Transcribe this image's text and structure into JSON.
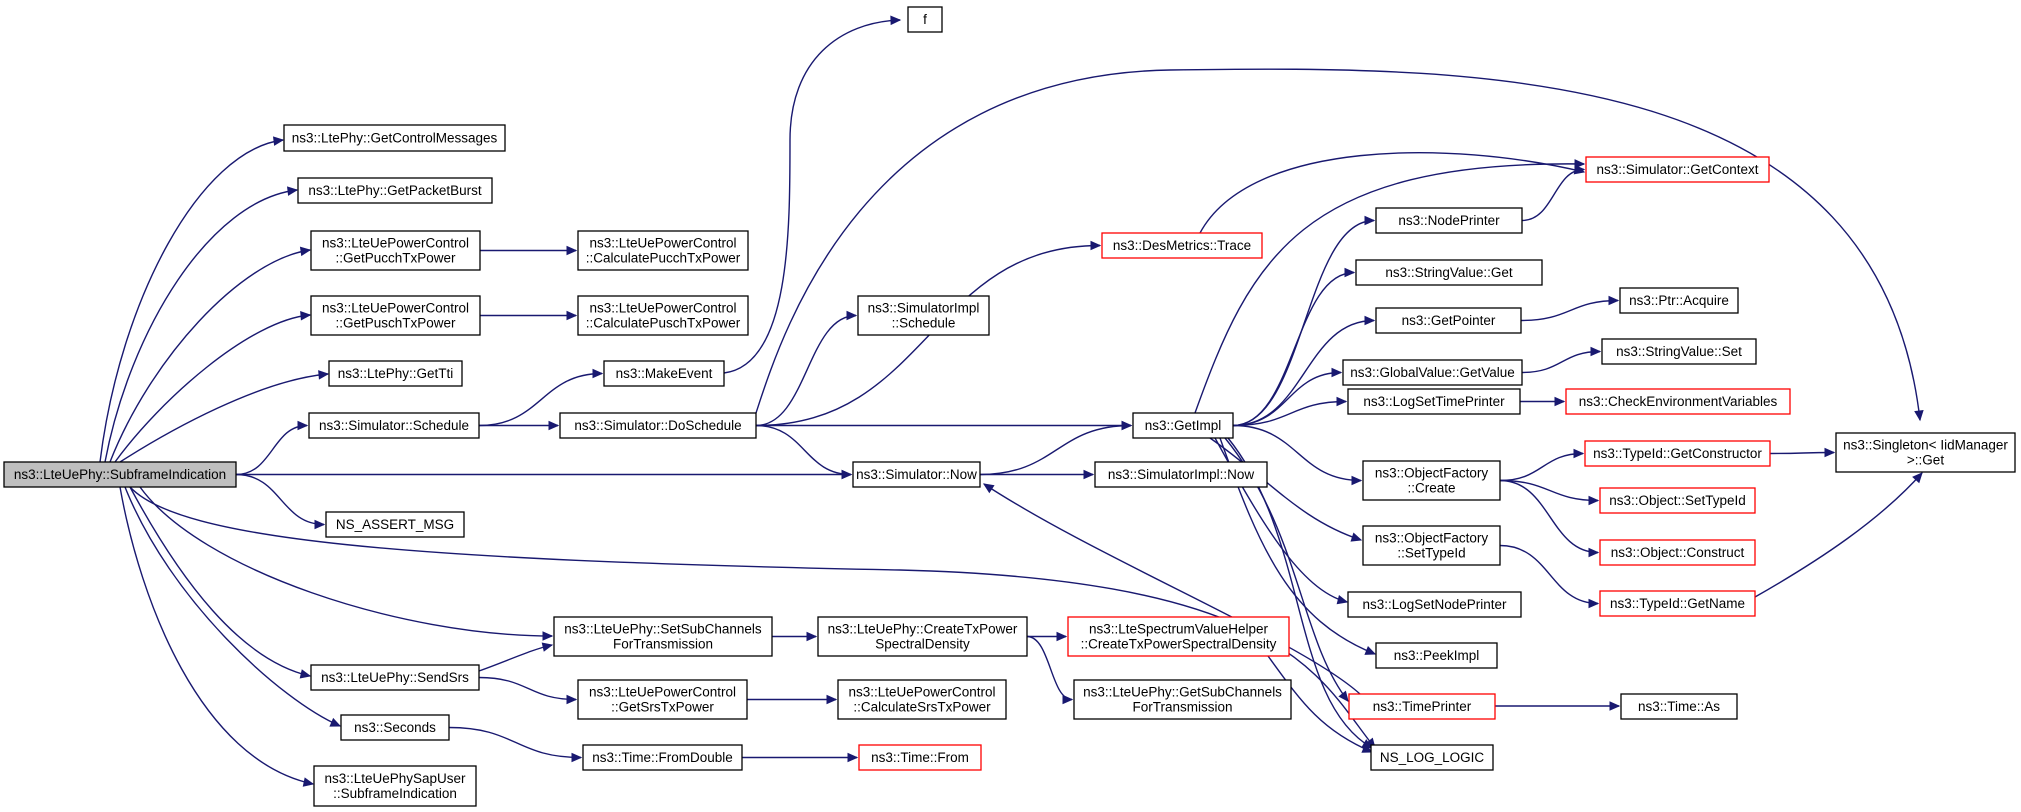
{
  "graph": {
    "edge_color": "#191970",
    "node_border_colors": {
      "normal": "#000000",
      "incomplete": "#ff0000"
    },
    "root_fill": "#bfbfbf",
    "nodes": [
      {
        "id": "root",
        "lines": [
          "ns3::LteUePhy::SubframeIndication"
        ],
        "style": "root"
      },
      {
        "id": "getControlMessages",
        "lines": [
          "ns3::LtePhy::GetControlMessages"
        ],
        "style": "normal"
      },
      {
        "id": "getPacketBurst",
        "lines": [
          "ns3::LtePhy::GetPacketBurst"
        ],
        "style": "normal"
      },
      {
        "id": "getPucch",
        "lines": [
          "ns3::LteUePowerControl",
          "::GetPucchTxPower"
        ],
        "style": "normal"
      },
      {
        "id": "calcPucch",
        "lines": [
          "ns3::LteUePowerControl",
          "::CalculatePucchTxPower"
        ],
        "style": "normal"
      },
      {
        "id": "getPusch",
        "lines": [
          "ns3::LteUePowerControl",
          "::GetPuschTxPower"
        ],
        "style": "normal"
      },
      {
        "id": "calcPusch",
        "lines": [
          "ns3::LteUePowerControl",
          "::CalculatePuschTxPower"
        ],
        "style": "normal"
      },
      {
        "id": "getTti",
        "lines": [
          "ns3::LtePhy::GetTti"
        ],
        "style": "normal"
      },
      {
        "id": "simSchedule",
        "lines": [
          "ns3::Simulator::Schedule"
        ],
        "style": "normal"
      },
      {
        "id": "makeEvent",
        "lines": [
          "ns3::MakeEvent"
        ],
        "style": "normal"
      },
      {
        "id": "f",
        "lines": [
          "f"
        ],
        "style": "normal"
      },
      {
        "id": "doSchedule",
        "lines": [
          "ns3::Simulator::DoSchedule"
        ],
        "style": "normal"
      },
      {
        "id": "simImplSchedule",
        "lines": [
          "ns3::SimulatorImpl",
          "::Schedule"
        ],
        "style": "normal"
      },
      {
        "id": "desMetrics",
        "lines": [
          "ns3::DesMetrics::Trace"
        ],
        "style": "incomplete"
      },
      {
        "id": "getContext",
        "lines": [
          "ns3::Simulator::GetContext"
        ],
        "style": "incomplete"
      },
      {
        "id": "nodePrinter",
        "lines": [
          "ns3::NodePrinter"
        ],
        "style": "normal"
      },
      {
        "id": "stringValueGet",
        "lines": [
          "ns3::StringValue::Get"
        ],
        "style": "normal"
      },
      {
        "id": "getPointer",
        "lines": [
          "ns3::GetPointer"
        ],
        "style": "normal"
      },
      {
        "id": "ptrAcquire",
        "lines": [
          "ns3::Ptr::Acquire"
        ],
        "style": "normal"
      },
      {
        "id": "globalValueGetValue",
        "lines": [
          "ns3::GlobalValue::GetValue"
        ],
        "style": "normal"
      },
      {
        "id": "stringValueSet",
        "lines": [
          "ns3::StringValue::Set"
        ],
        "style": "normal"
      },
      {
        "id": "getImpl",
        "lines": [
          "ns3::GetImpl"
        ],
        "style": "normal"
      },
      {
        "id": "logSetTimePrinter",
        "lines": [
          "ns3::LogSetTimePrinter"
        ],
        "style": "normal"
      },
      {
        "id": "checkEnv",
        "lines": [
          "ns3::CheckEnvironmentVariables"
        ],
        "style": "incomplete"
      },
      {
        "id": "simNow",
        "lines": [
          "ns3::Simulator::Now"
        ],
        "style": "normal"
      },
      {
        "id": "simImplNow",
        "lines": [
          "ns3::SimulatorImpl::Now"
        ],
        "style": "normal"
      },
      {
        "id": "ofCreate",
        "lines": [
          "ns3::ObjectFactory",
          "::Create"
        ],
        "style": "normal"
      },
      {
        "id": "typeIdGetConstructor",
        "lines": [
          "ns3::TypeId::GetConstructor"
        ],
        "style": "incomplete"
      },
      {
        "id": "singletonGet",
        "lines": [
          "ns3::Singleton< IidManager",
          ">::Get"
        ],
        "style": "normal"
      },
      {
        "id": "objectSetTypeId",
        "lines": [
          "ns3::Object::SetTypeId"
        ],
        "style": "incomplete"
      },
      {
        "id": "objectConstruct",
        "lines": [
          "ns3::Object::Construct"
        ],
        "style": "incomplete"
      },
      {
        "id": "ofSetTypeId",
        "lines": [
          "ns3::ObjectFactory",
          "::SetTypeId"
        ],
        "style": "normal"
      },
      {
        "id": "typeIdGetName",
        "lines": [
          "ns3::TypeId::GetName"
        ],
        "style": "incomplete"
      },
      {
        "id": "nsAssertMsg",
        "lines": [
          "NS_ASSERT_MSG"
        ],
        "style": "normal"
      },
      {
        "id": "logSetNodePrinter",
        "lines": [
          "ns3::LogSetNodePrinter"
        ],
        "style": "normal"
      },
      {
        "id": "setSubChannels",
        "lines": [
          "ns3::LteUePhy::SetSubChannels",
          "ForTransmission"
        ],
        "style": "normal"
      },
      {
        "id": "createTxPsd",
        "lines": [
          "ns3::LteUePhy::CreateTxPower",
          "SpectralDensity"
        ],
        "style": "normal"
      },
      {
        "id": "lteSpectrumCreate",
        "lines": [
          "ns3::LteSpectrumValueHelper",
          "::CreateTxPowerSpectralDensity"
        ],
        "style": "incomplete"
      },
      {
        "id": "getSubChannels",
        "lines": [
          "ns3::LteUePhy::GetSubChannels",
          "ForTransmission"
        ],
        "style": "normal"
      },
      {
        "id": "peekImpl",
        "lines": [
          "ns3::PeekImpl"
        ],
        "style": "normal"
      },
      {
        "id": "sendSrs",
        "lines": [
          "ns3::LteUePhy::SendSrs"
        ],
        "style": "normal"
      },
      {
        "id": "getSrs",
        "lines": [
          "ns3::LteUePowerControl",
          "::GetSrsTxPower"
        ],
        "style": "normal"
      },
      {
        "id": "calcSrs",
        "lines": [
          "ns3::LteUePowerControl",
          "::CalculateSrsTxPower"
        ],
        "style": "normal"
      },
      {
        "id": "timePrinter",
        "lines": [
          "ns3::TimePrinter"
        ],
        "style": "incomplete"
      },
      {
        "id": "timeAs",
        "lines": [
          "ns3::Time::As"
        ],
        "style": "normal"
      },
      {
        "id": "seconds",
        "lines": [
          "ns3::Seconds"
        ],
        "style": "normal"
      },
      {
        "id": "timeFromDouble",
        "lines": [
          "ns3::Time::FromDouble"
        ],
        "style": "normal"
      },
      {
        "id": "timeFrom",
        "lines": [
          "ns3::Time::From"
        ],
        "style": "incomplete"
      },
      {
        "id": "nsLogLogic",
        "lines": [
          "NS_LOG_LOGIC"
        ],
        "style": "normal"
      },
      {
        "id": "phySapUser",
        "lines": [
          "ns3::LteUePhySapUser",
          "::SubframeIndication"
        ],
        "style": "normal"
      }
    ],
    "edges": [
      [
        "root",
        "getControlMessages"
      ],
      [
        "root",
        "getPacketBurst"
      ],
      [
        "root",
        "getPucch"
      ],
      [
        "root",
        "getPusch"
      ],
      [
        "root",
        "getTti"
      ],
      [
        "root",
        "simSchedule"
      ],
      [
        "root",
        "simNow"
      ],
      [
        "root",
        "nsAssertMsg"
      ],
      [
        "root",
        "setSubChannels"
      ],
      [
        "root",
        "sendSrs"
      ],
      [
        "root",
        "seconds"
      ],
      [
        "root",
        "phySapUser"
      ],
      [
        "root",
        "nsLogLogic"
      ],
      [
        "getPucch",
        "calcPucch"
      ],
      [
        "getPusch",
        "calcPusch"
      ],
      [
        "simSchedule",
        "makeEvent"
      ],
      [
        "simSchedule",
        "doSchedule"
      ],
      [
        "makeEvent",
        "f"
      ],
      [
        "doSchedule",
        "simImplSchedule"
      ],
      [
        "doSchedule",
        "desMetrics"
      ],
      [
        "doSchedule",
        "getImpl"
      ],
      [
        "doSchedule",
        "simNow"
      ],
      [
        "doSchedule",
        "singletonGet"
      ],
      [
        "desMetrics",
        "getContext"
      ],
      [
        "simNow",
        "getImpl"
      ],
      [
        "simNow",
        "simImplNow"
      ],
      [
        "getImpl",
        "getContext"
      ],
      [
        "getImpl",
        "nodePrinter"
      ],
      [
        "getImpl",
        "stringValueGet"
      ],
      [
        "getImpl",
        "getPointer"
      ],
      [
        "getImpl",
        "globalValueGetValue"
      ],
      [
        "getImpl",
        "logSetTimePrinter"
      ],
      [
        "getImpl",
        "ofCreate"
      ],
      [
        "getImpl",
        "ofSetTypeId"
      ],
      [
        "getImpl",
        "logSetNodePrinter"
      ],
      [
        "getImpl",
        "peekImpl"
      ],
      [
        "getImpl",
        "timePrinter"
      ],
      [
        "getImpl",
        "nsLogLogic"
      ],
      [
        "nodePrinter",
        "getContext"
      ],
      [
        "getPointer",
        "ptrAcquire"
      ],
      [
        "globalValueGetValue",
        "stringValueSet"
      ],
      [
        "logSetTimePrinter",
        "checkEnv"
      ],
      [
        "ofCreate",
        "typeIdGetConstructor"
      ],
      [
        "ofCreate",
        "objectSetTypeId"
      ],
      [
        "ofCreate",
        "objectConstruct"
      ],
      [
        "typeIdGetConstructor",
        "singletonGet"
      ],
      [
        "ofSetTypeId",
        "typeIdGetName"
      ],
      [
        "typeIdGetName",
        "singletonGet"
      ],
      [
        "timePrinter",
        "timeAs"
      ],
      [
        "timePrinter",
        "simNow"
      ],
      [
        "setSubChannels",
        "createTxPsd"
      ],
      [
        "createTxPsd",
        "lteSpectrumCreate"
      ],
      [
        "createTxPsd",
        "getSubChannels"
      ],
      [
        "lteSpectrumCreate",
        "nsLogLogic"
      ],
      [
        "sendSrs",
        "setSubChannels"
      ],
      [
        "sendSrs",
        "getSrs"
      ],
      [
        "getSrs",
        "calcSrs"
      ],
      [
        "seconds",
        "timeFromDouble"
      ],
      [
        "timeFromDouble",
        "timeFrom"
      ]
    ]
  }
}
